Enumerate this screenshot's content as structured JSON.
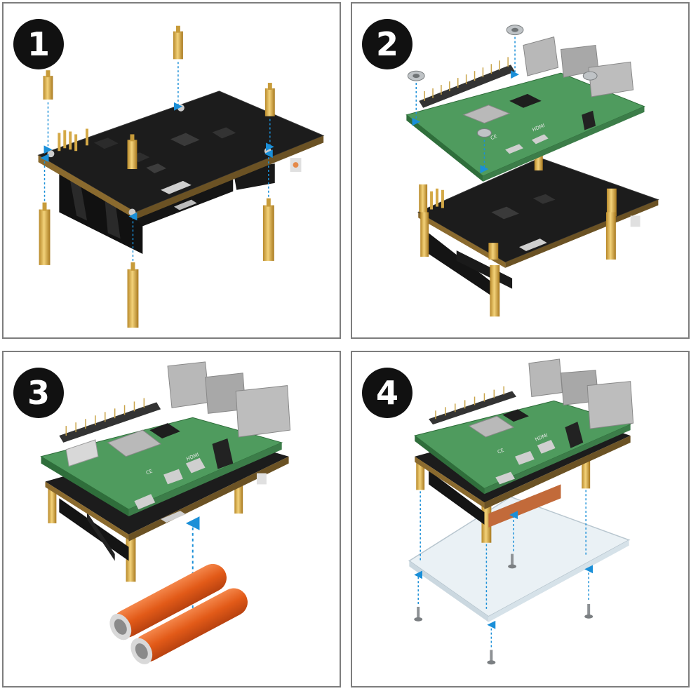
{
  "steps": [
    {
      "number": "1"
    },
    {
      "number": "2"
    },
    {
      "number": "3"
    },
    {
      "number": "4"
    }
  ],
  "board_markings": {
    "hdmi_text": "HDMI",
    "ce_mark": "CE"
  },
  "colors": {
    "panel_border": "#7d7d7d",
    "badge_fill": "#111111",
    "guide_arrow": "#1a8fd8",
    "ups_board": "#1c1c1c",
    "pi_board": "#4f9b5e",
    "battery": "#e25a18",
    "brass": "#d9b24a",
    "acrylic": "#e6eef3"
  }
}
